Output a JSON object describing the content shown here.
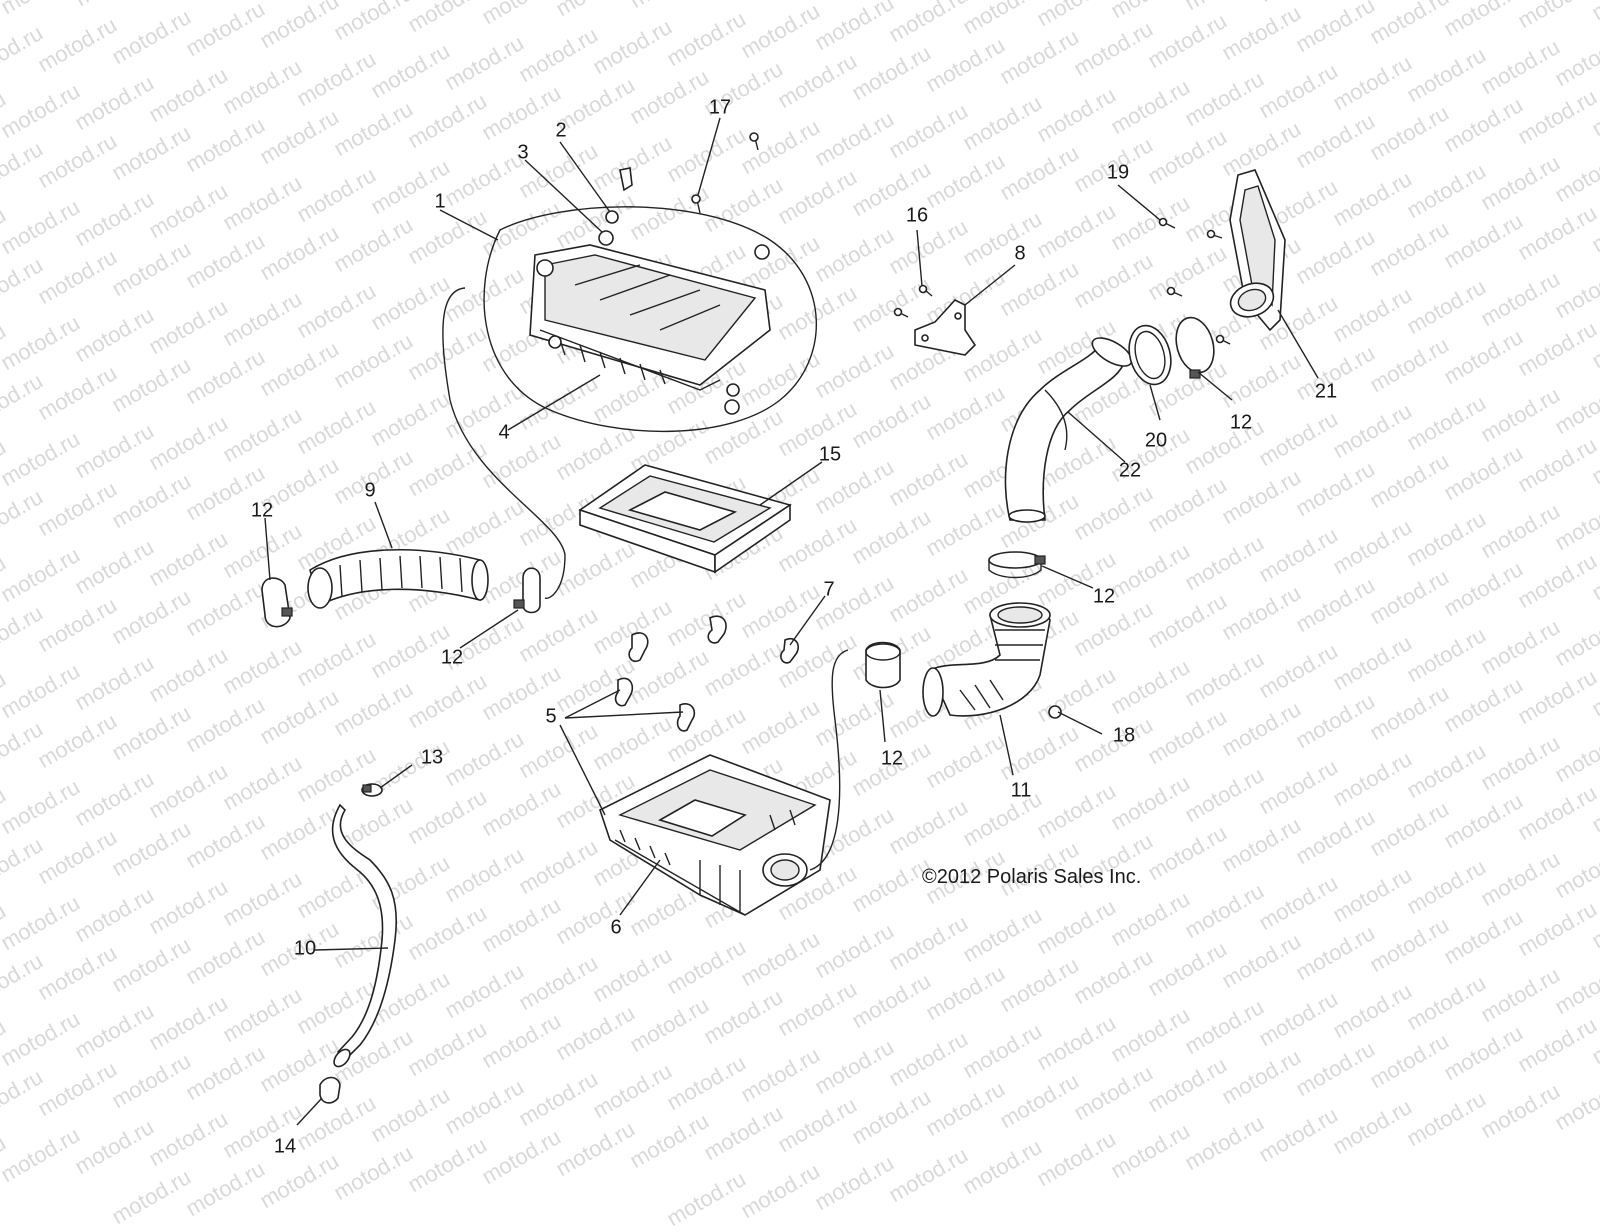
{
  "watermark": "motod.ru",
  "copyright": "©2012 Polaris Sales Inc.",
  "callouts": {
    "c1": "1",
    "c2": "2",
    "c3": "3",
    "c4": "4",
    "c5": "5",
    "c6": "6",
    "c7": "7",
    "c8": "8",
    "c9": "9",
    "c10": "10",
    "c11": "11",
    "c12a": "12",
    "c12b": "12",
    "c12c": "12",
    "c12d": "12",
    "c12e": "12",
    "c13": "13",
    "c14": "14",
    "c15": "15",
    "c16": "16",
    "c17": "17",
    "c18": "18",
    "c19": "19",
    "c20": "20",
    "c21": "21",
    "c22": "22"
  },
  "colors": {
    "line": "#222222",
    "watermark": "#d9d9d9",
    "background": "#ffffff"
  }
}
